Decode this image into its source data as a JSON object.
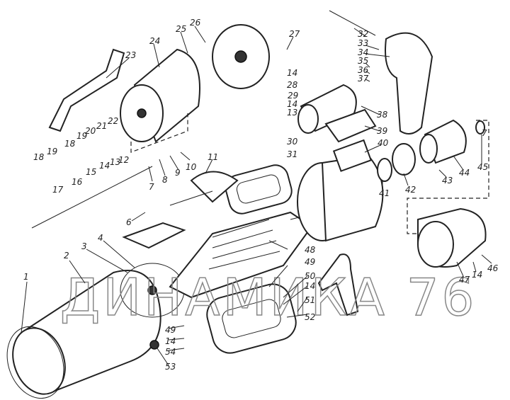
{
  "title": "Starter motor exploded view",
  "watermark": "ДИНАМИКА 76",
  "labels": [
    "1",
    "2",
    "3",
    "4",
    "6",
    "7",
    "8",
    "9",
    "10",
    "11",
    "12",
    "13",
    "14",
    "15",
    "16",
    "17",
    "18",
    "19",
    "18",
    "19",
    "20",
    "21",
    "22",
    "23",
    "24",
    "25",
    "26",
    "27",
    "14",
    "28",
    "29",
    "14",
    "13",
    "30",
    "31",
    "32",
    "33",
    "34",
    "35",
    "36",
    "37",
    "38",
    "39",
    "40",
    "41",
    "42",
    "43",
    "44",
    "45",
    "7",
    "46",
    "14",
    "47",
    "48",
    "49",
    "50",
    "14",
    "51",
    "52",
    "49",
    "14",
    "54",
    "53"
  ]
}
